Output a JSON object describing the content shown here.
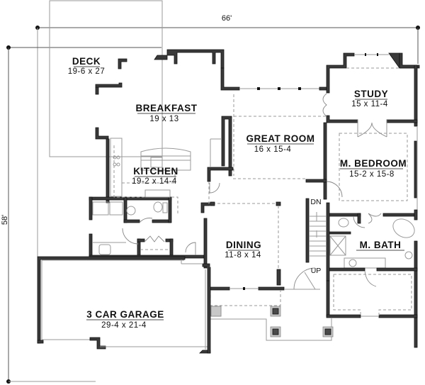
{
  "dimensions": {
    "width_label": "66'",
    "depth_label": "58'"
  },
  "rooms": {
    "deck": {
      "name": "DECK",
      "size": "19-6 x 27"
    },
    "breakfast": {
      "name": "BREAKFAST",
      "size": "19 x 13"
    },
    "study": {
      "name": "STUDY",
      "size": "15 x 11-4"
    },
    "great_room": {
      "name": "GREAT ROOM",
      "size": "16 x 15-4"
    },
    "master_bedroom": {
      "name": "M. BEDROOM",
      "size": "15-2 x 15-8"
    },
    "kitchen": {
      "name": "KITCHEN",
      "size": "19-2 x 14-4"
    },
    "dining": {
      "name": "DINING",
      "size": "11-8 x 14"
    },
    "master_bath": {
      "name": "M. BATH",
      "size": ""
    },
    "garage": {
      "name": "3 CAR GARAGE",
      "size": "29-4 x 21-4"
    }
  },
  "stairs": {
    "down_label": "DN",
    "up_label": "UP"
  },
  "colors": {
    "wall": "#3a3a3a",
    "line": "#9a9a9a",
    "background": "#ffffff"
  }
}
